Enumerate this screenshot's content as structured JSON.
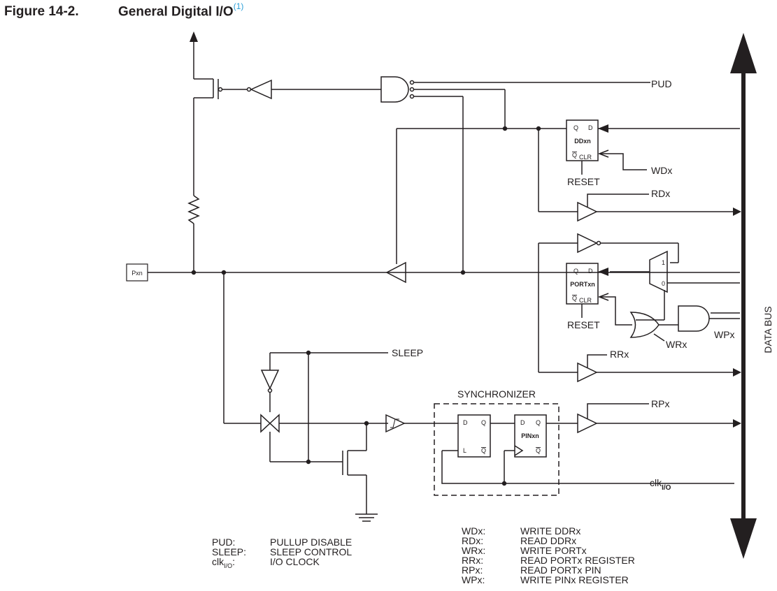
{
  "figure": {
    "number": "Figure 14-2.",
    "title": "General Digital I/O",
    "footnote_ref": "(1)"
  },
  "signals": {
    "pud": "PUD",
    "wdx": "WDx",
    "rdx": "RDx",
    "wrx": "WRx",
    "wpx": "WPx",
    "rrx": "RRx",
    "rpx": "RPx",
    "sleep": "SLEEP",
    "clk": "clk",
    "clk_sub": "I/O",
    "pxn": "Pxn",
    "data_bus": "DATA BUS",
    "synchronizer": "SYNCHRONIZER"
  },
  "blocks": {
    "ddxn": {
      "name": "DDxn",
      "q": "Q",
      "d": "D",
      "qbar": "Q",
      "clr": "CLR",
      "reset": "RESET"
    },
    "portxn": {
      "name": "PORTxn",
      "q": "Q",
      "d": "D",
      "qbar": "Q",
      "clr": "CLR",
      "reset": "RESET"
    },
    "latch": {
      "d": "D",
      "q": "Q",
      "l": "L",
      "qbar": "Q"
    },
    "pinxn": {
      "name": "PINxn",
      "d": "D",
      "q": "Q",
      "qbar": "Q"
    },
    "mux": {
      "in1": "1",
      "in0": "0"
    }
  },
  "legend_left": [
    {
      "abbr": "PUD:",
      "desc": "PULLUP DISABLE"
    },
    {
      "abbr": "SLEEP:",
      "desc": "SLEEP CONTROL"
    },
    {
      "abbr": "clk",
      "abbr_sub": "I/O",
      "abbr_tail": ":",
      "desc": "I/O CLOCK"
    }
  ],
  "legend_right": [
    {
      "abbr": "WDx:",
      "desc": "WRITE DDRx"
    },
    {
      "abbr": "RDx:",
      "desc": "READ DDRx"
    },
    {
      "abbr": "WRx:",
      "desc": "WRITE PORTx"
    },
    {
      "abbr": "RRx:",
      "desc": "READ PORTx REGISTER"
    },
    {
      "abbr": "RPx:",
      "desc": "READ PORTx PIN"
    },
    {
      "abbr": "WPx:",
      "desc": "WRITE PINx REGISTER"
    }
  ]
}
